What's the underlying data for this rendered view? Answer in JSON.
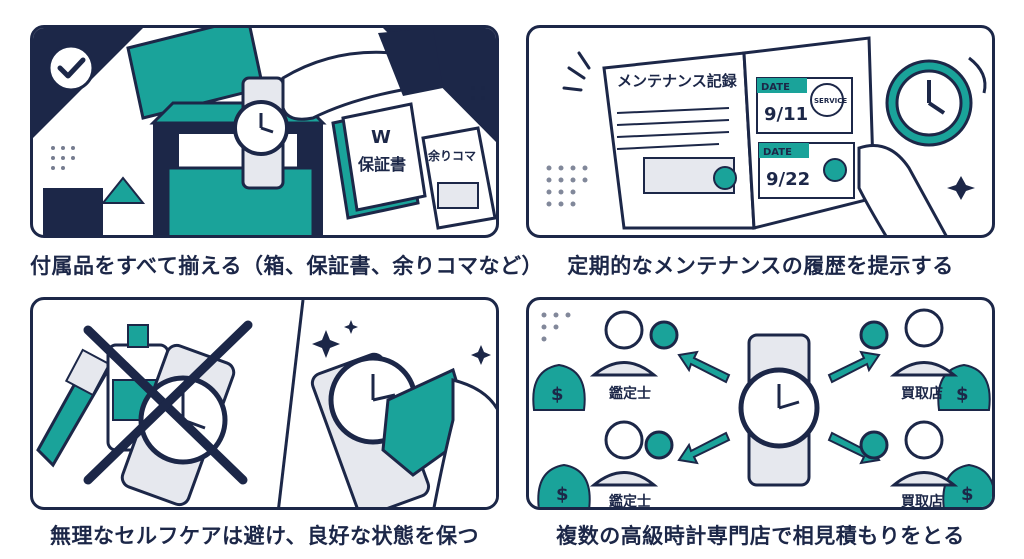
{
  "panels": [
    {
      "caption": "付属品をすべて揃える（箱、保証書、余りコマなど）",
      "labels": {
        "warranty_badge": "W",
        "warranty": "保証書",
        "spare_links": "余りコマ"
      }
    },
    {
      "caption": "定期的なメンテナンスの履歴を提示する",
      "labels": {
        "book_title": "メンテナンス記録",
        "date_label_1": "DATE",
        "date_value_1": "9/11",
        "date_label_2": "DATE",
        "date_value_2": "9/22",
        "stamp": "SERVICE"
      }
    },
    {
      "caption": "無理なセルフケアは避け、良好な状態を保つ"
    },
    {
      "caption": "複数の高級時計専門店で相見積もりをとる",
      "labels": {
        "appraiser_top": "鑑定士",
        "shop_top": "買取店",
        "appraiser_bottom": "鑑定士",
        "shop_bottom": "買取店"
      }
    }
  ],
  "colors": {
    "navy": "#1c2748",
    "teal": "#1aa39a",
    "light_gray": "#e6e8ee"
  }
}
